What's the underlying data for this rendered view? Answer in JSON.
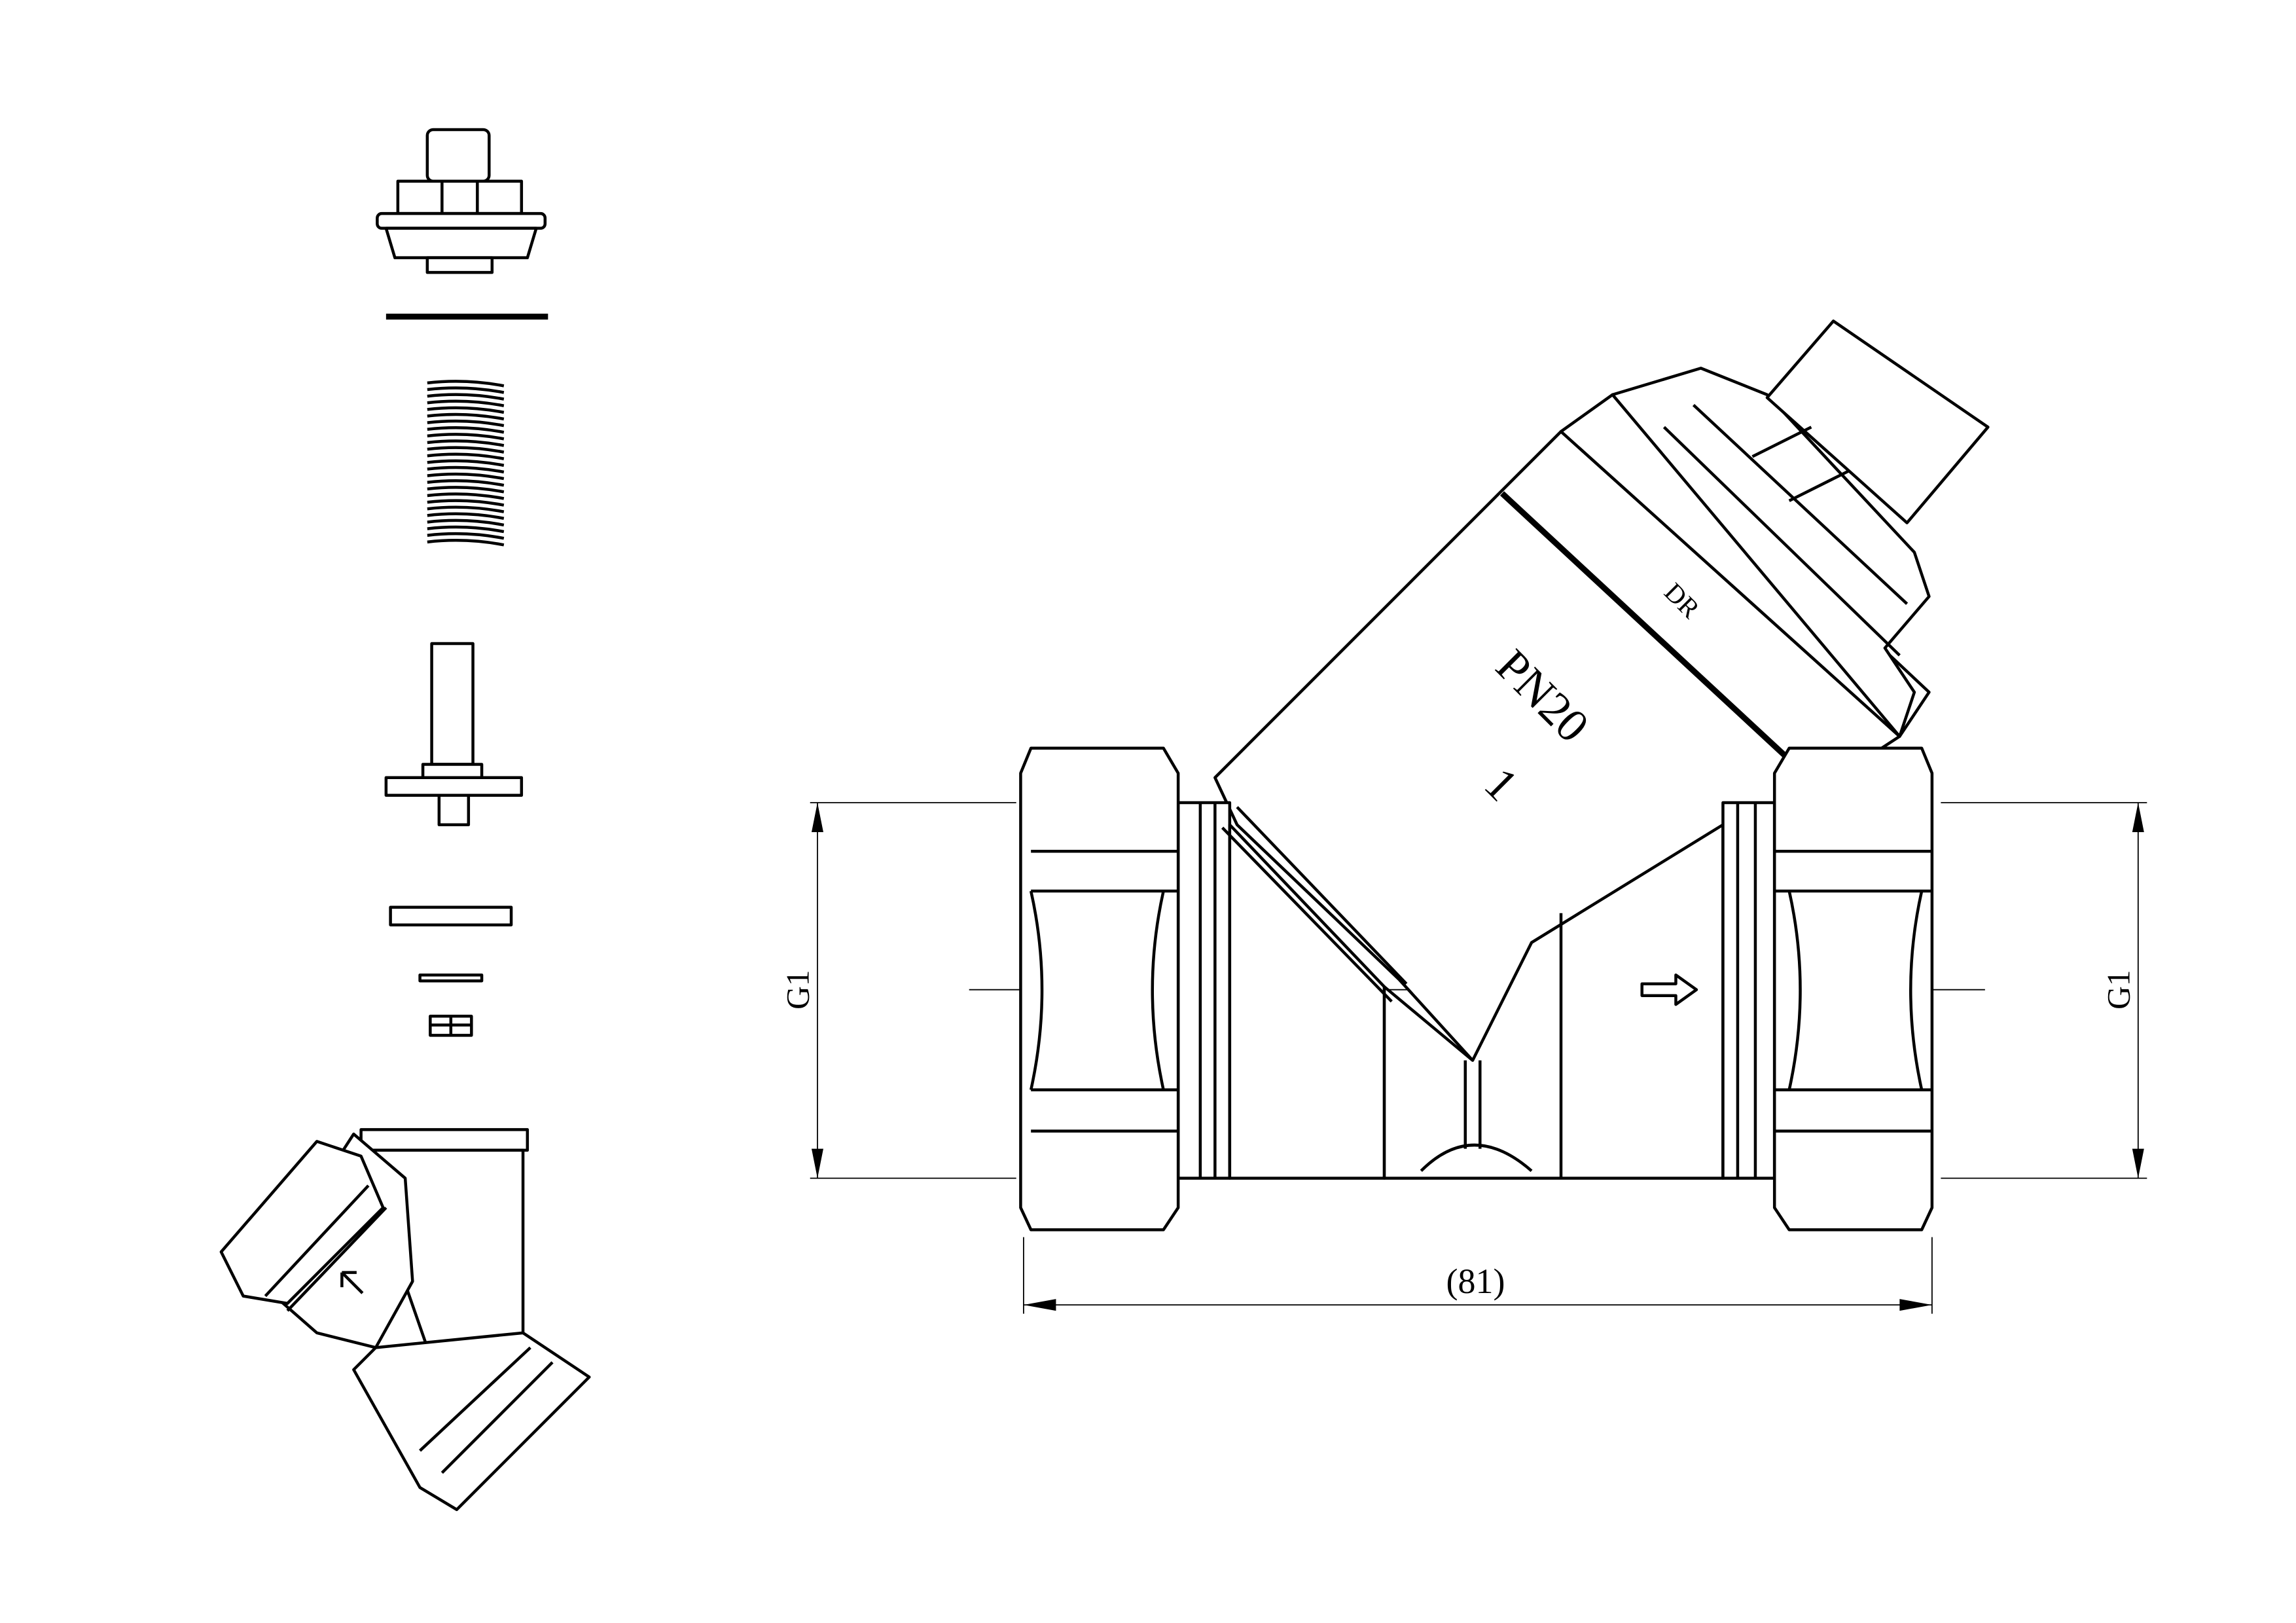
{
  "drawing": {
    "body_marking_pressure": "PN20",
    "body_marking_size": "1",
    "cap_marking": "DR",
    "dimensions": {
      "inlet_thread": "G1",
      "outlet_thread": "G1",
      "overall_length": "(81)"
    },
    "flow_direction": "left-to-right",
    "exploded_parts": [
      "cap",
      "gasket",
      "filter-screen",
      "stem",
      "washer",
      "seal-ring",
      "nut"
    ]
  }
}
